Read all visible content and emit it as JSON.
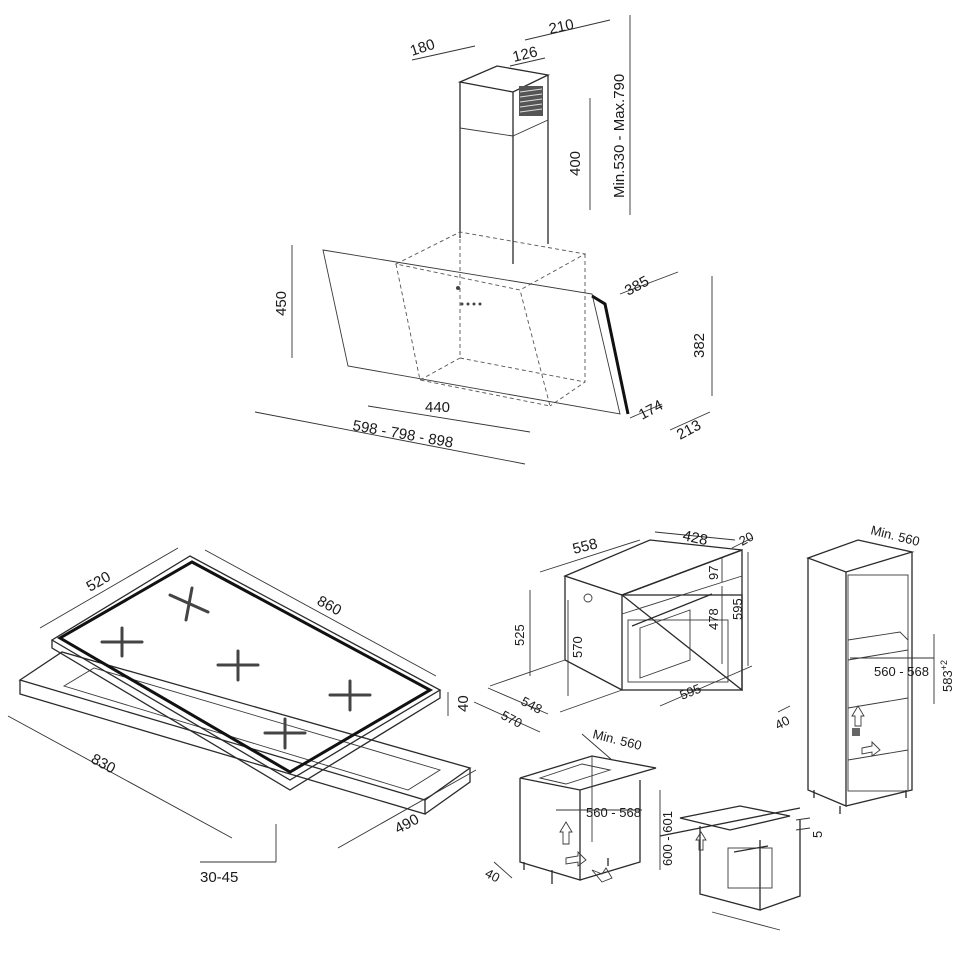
{
  "hood": {
    "d_180": "180",
    "d_210": "210",
    "d_126": "126",
    "d_400": "400",
    "d_chimney": "Min.530 - Max.790",
    "d_450": "450",
    "d_385": "385",
    "d_382": "382",
    "d_440": "440",
    "d_174": "174",
    "d_213": "213",
    "d_width": "598 - 798 - 898"
  },
  "hob": {
    "d_520": "520",
    "d_860": "860",
    "d_40": "40",
    "d_830": "830",
    "d_490": "490",
    "d_30_45": "30-45"
  },
  "oven": {
    "d_558": "558",
    "d_428": "428",
    "d_20": "20",
    "d_97": "97",
    "d_525": "525",
    "d_570v": "570",
    "d_478": "478",
    "d_595v": "595",
    "d_548": "548",
    "d_570": "570",
    "d_595": "595"
  },
  "column": {
    "d_min560": "Min. 560",
    "d_560_568": "560 - 568",
    "d_583": "583",
    "d_583_sup": "+2",
    "d_40": "40"
  },
  "undercounter": {
    "d_min560": "Min. 560",
    "d_560_568": "560 - 568",
    "d_600_601": "600 - 601",
    "d_40": "40"
  },
  "hobcut": {
    "d_5": "5"
  }
}
